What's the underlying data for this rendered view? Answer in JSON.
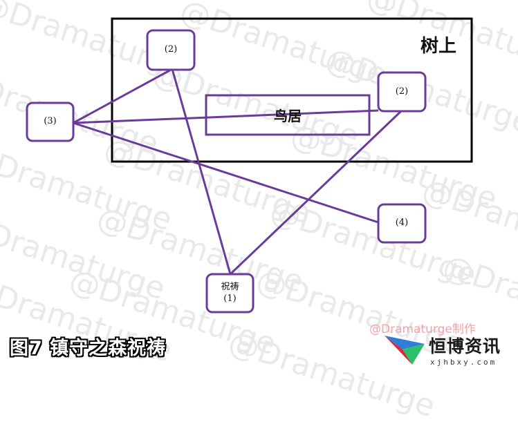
{
  "watermark": {
    "text": "@Dramaturge"
  },
  "diagram": {
    "region_label": "树上",
    "inner_label": "鸟居",
    "nodes": [
      {
        "id": "n2a",
        "label": "(2)"
      },
      {
        "id": "n2b",
        "label": "(2)"
      },
      {
        "id": "n3",
        "label": "(3)"
      },
      {
        "id": "n4",
        "label": "(4)"
      },
      {
        "id": "n1",
        "label": "祝祷\n(1)"
      }
    ],
    "edges": [
      {
        "from": "n3",
        "to": "n2a"
      },
      {
        "from": "n3",
        "to": "n2b"
      },
      {
        "from": "n3",
        "to": "n4"
      },
      {
        "from": "n2a",
        "to": "n1"
      },
      {
        "from": "n2b",
        "to": "n1"
      }
    ],
    "colors": {
      "edge": "#6a3b98",
      "node_border": "#6a3b98",
      "frame": "#000000"
    }
  },
  "caption": "图7 镇守之森祝祷",
  "site_watermark": "@Dramaturge制作",
  "brand": {
    "name": "恒博资讯",
    "url": "xjhbxy.com",
    "logo": "colorful-arrow-logo"
  }
}
